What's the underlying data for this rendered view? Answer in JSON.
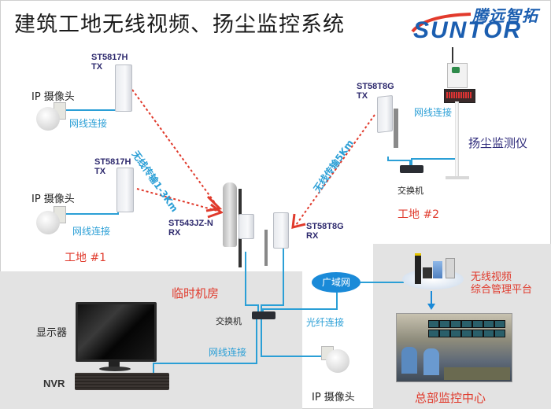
{
  "title": "建筑工地无线视频、扬尘监控系统",
  "logo": {
    "cn": "腾远智拓",
    "en": "SUNTOR",
    "color_blue": "#1b5eb0",
    "color_red": "#e23a2c"
  },
  "site1": {
    "label": "工地 #1",
    "cam1": {
      "label": "IP 摄像头",
      "link": "网线连接",
      "ap_model": "ST5817H",
      "ap_role": "TX"
    },
    "cam2": {
      "label": "IP 摄像头",
      "link": "网线连接",
      "ap_model": "ST5817H",
      "ap_role": "TX"
    },
    "wireless_label": "无线传输1-3Km"
  },
  "site2": {
    "label": "工地 #2",
    "ap_model": "ST58T8G",
    "ap_role": "TX",
    "link": "网线连接",
    "switch": "交换机",
    "dust_monitor": "扬尘监测仪",
    "wireless_label": "无线传输5Km"
  },
  "receivers": {
    "rx1_model": "ST543JZ-N",
    "rx1_role": "RX",
    "rx2_model": "ST58T8G",
    "rx2_role": "RX"
  },
  "machine_room": {
    "label": "临时机房",
    "switch": "交换机",
    "display": "显示器",
    "nvr": "NVR",
    "link": "网线连接",
    "fiber_link": "光纤连接",
    "wan": "广域网",
    "ip_camera": "IP 摄像头"
  },
  "hq": {
    "platform_line1": "无线视频",
    "platform_line2": "综合管理平台",
    "center": "总部监控中心"
  },
  "colors": {
    "wire": "#2b9fd6",
    "wireless": "#e03a2c",
    "label_red": "#e03a2c",
    "panel_gray": "#e3e3e3",
    "wan": "#1a8ad8"
  }
}
